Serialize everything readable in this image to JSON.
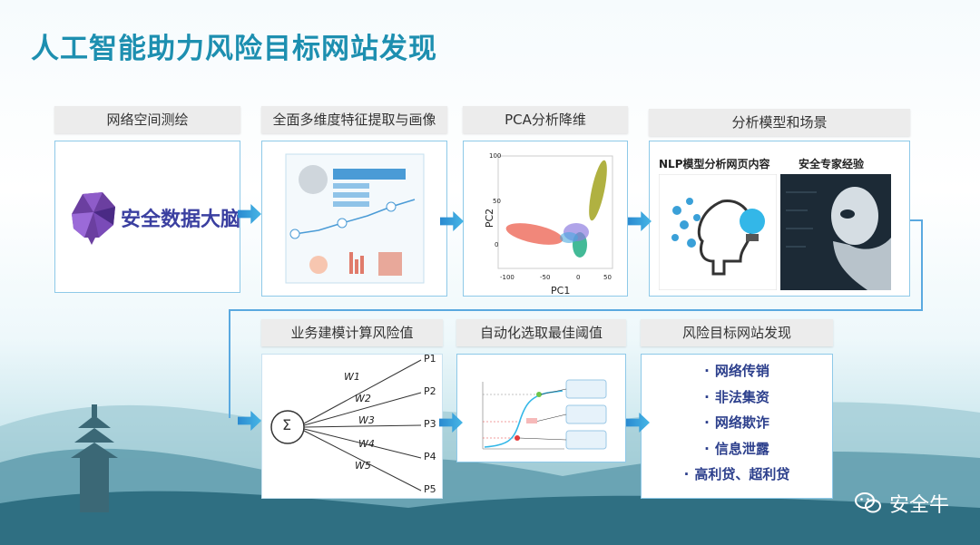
{
  "title": "人工智能助力风险目标网站发现",
  "steps": {
    "s1": {
      "label": "网络空间测绘",
      "logo_text": "安全数据大脑"
    },
    "s2": {
      "label": "全面多维度特征提取与画像"
    },
    "s3": {
      "label": "PCA分析降维",
      "xlabel": "PC1",
      "ylabel": "PC2",
      "xticks": [
        "-100",
        "-50",
        "0",
        "50"
      ],
      "yticks": [
        "100",
        "50",
        "0"
      ]
    },
    "s4": {
      "label": "分析模型和场景",
      "sub1": "NLP模型分析网页内容",
      "sub2": "安全专家经验"
    },
    "s5": {
      "label": "业务建模计算风险值",
      "inputs": [
        "P1",
        "P2",
        "P3",
        "P4",
        "P5"
      ],
      "weights": [
        "W1",
        "W2",
        "W3",
        "W4",
        "W5"
      ],
      "sum_symbol": "Σ"
    },
    "s6": {
      "label": "自动化选取最佳阈值"
    },
    "s7": {
      "label": "风险目标网站发现",
      "items": [
        "网络传销",
        "非法集资",
        "网络欺诈",
        "信息泄露",
        "高利贷、超利贷"
      ],
      "bullet": "·"
    }
  },
  "brand": {
    "name": "安全牛"
  },
  "colors": {
    "title": "#1d8fb0",
    "arrow": "#2a8ad0",
    "border": "#8ec9e8",
    "list": "#2c3f8c"
  }
}
